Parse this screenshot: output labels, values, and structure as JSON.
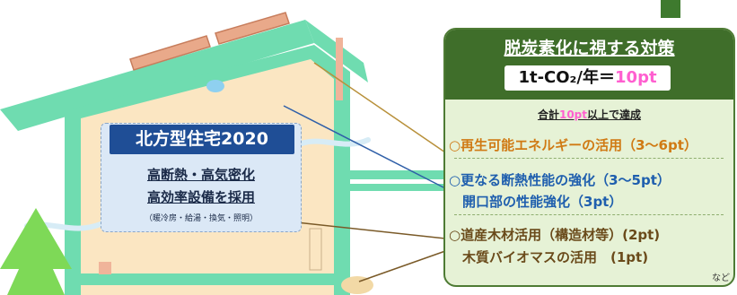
{
  "house": {
    "title": "北方型住宅2020",
    "line1": "高断熱・高気密化",
    "line2": "高効率設備を採用",
    "note": "（暖冷房・給湯・換気・照明）"
  },
  "panel": {
    "title": "脱炭素化に視する対策",
    "rate_prefix": "1t-CO₂/年＝",
    "rate_value": "10pt",
    "sum_prefix": "合計",
    "sum_value": "10pt",
    "sum_suffix": "以上で達成",
    "items": [
      {
        "text": "○再生可能エネルギーの活用（3〜6pt）"
      },
      {
        "text": "○更なる断熱性能の強化（3〜5pt）"
      },
      {
        "text": "　開口部の性能強化（3pt）"
      },
      {
        "text": "○道産木材活用（構造材等）(2pt)"
      },
      {
        "text": "　木質バイオマスの活用　(1pt)"
      }
    ],
    "etc": "など"
  },
  "colors": {
    "wall_green": "#6fdcb0",
    "interior": "#fbe6c2",
    "navy": "#1f4e96",
    "panel_green": "#3f6e2a",
    "highlight_pink": "#ff5fd0"
  }
}
